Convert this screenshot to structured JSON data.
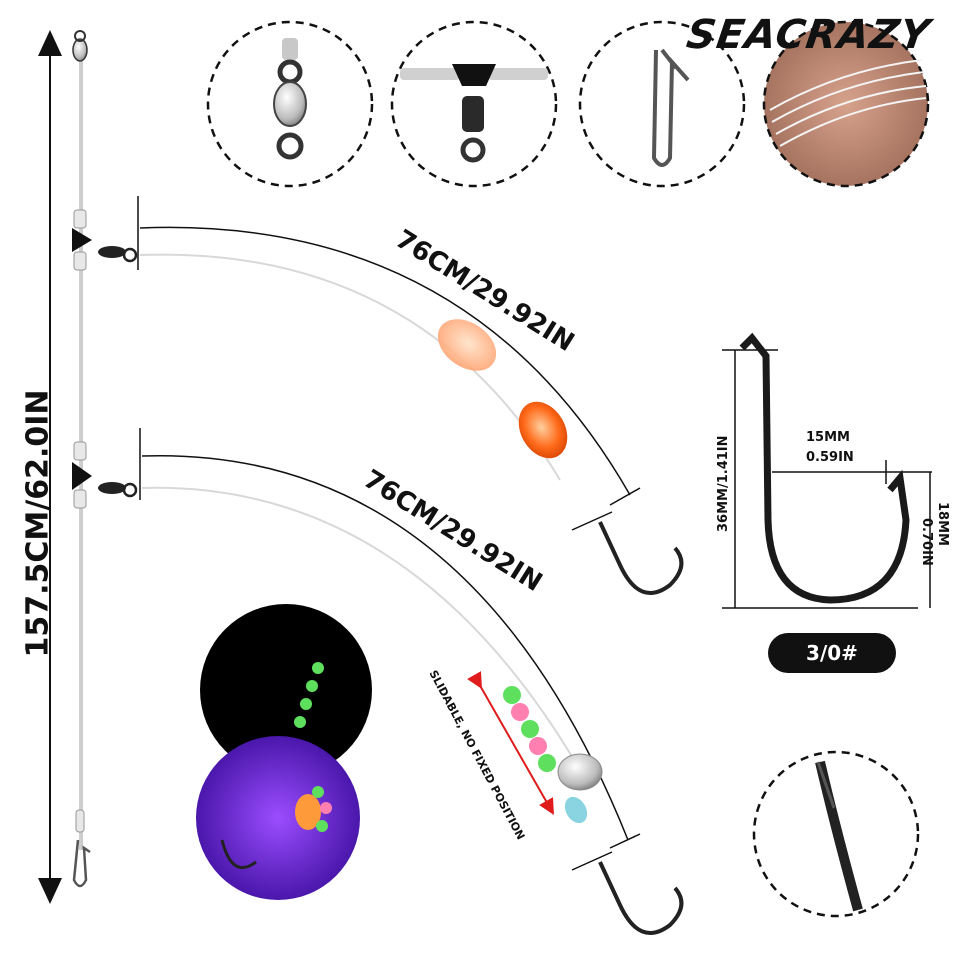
{
  "brand": "SEACRAZY",
  "total_length": "157.5CM/62.0IN",
  "leaders": [
    {
      "length_label": "76CM/29.92IN"
    },
    {
      "length_label": "76CM/29.92IN"
    }
  ],
  "hook": {
    "length_label": "36MM/1.41IN",
    "gap_label_mm": "15MM",
    "gap_label_in": "0.59IN",
    "gape_label_mm": "18MM",
    "gape_label_in": "0.70IN",
    "size": "3/0#"
  },
  "bead_note": "SLIDABLE, NO FIXED POSITION",
  "colors": {
    "line": "#111111",
    "leader": "#d8d8d8",
    "float_orange": "#ff6a1a",
    "float_orange_light": "#ffb37a",
    "bead_green": "#5ee05e",
    "bead_pink": "#ff7fb0",
    "arrow_red": "#e01b1b",
    "glow_bg": "#6a1fd1"
  },
  "detail_circles": [
    {
      "icon": "barrel-swivel-icon"
    },
    {
      "icon": "three-way-swivel-icon"
    },
    {
      "icon": "snap-clip-icon"
    },
    {
      "icon": "fishing-line-icon"
    },
    {
      "icon": "hook-point-icon"
    }
  ]
}
